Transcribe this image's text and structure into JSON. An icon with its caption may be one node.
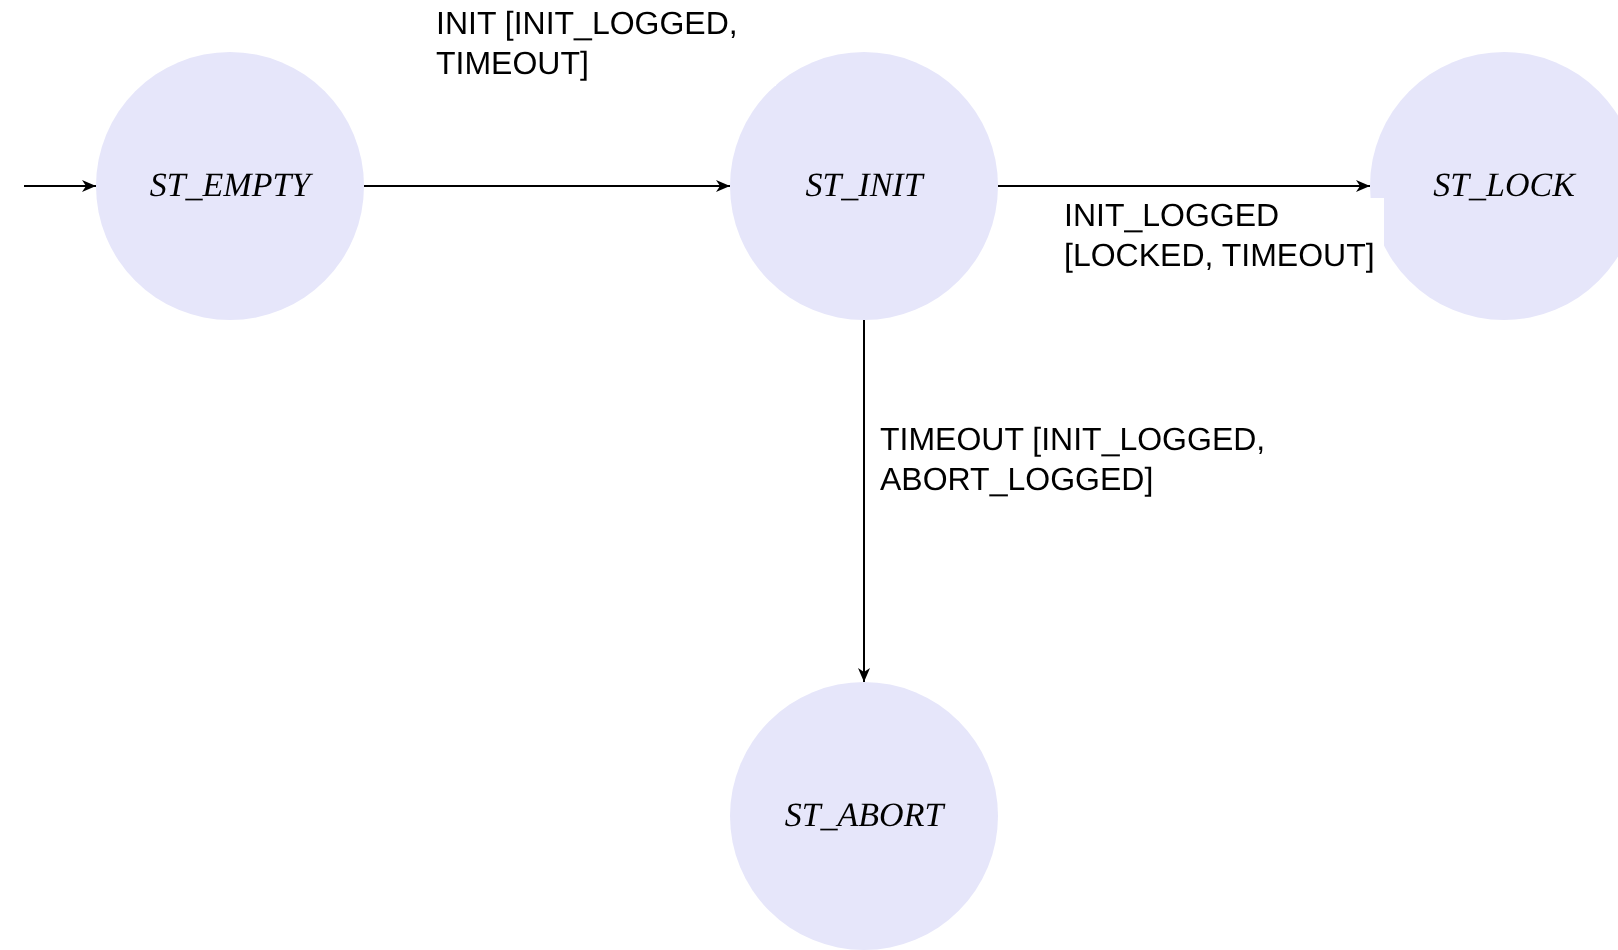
{
  "diagram": {
    "nodes": [
      {
        "text": [
          "ST_EMPTY"
        ]
      },
      {
        "text": [
          "ST_INIT"
        ]
      },
      {
        "text": [
          "ST_LOCK"
        ]
      },
      {
        "text": [
          "ST_ABORT"
        ]
      }
    ],
    "edges": [
      {
        "from": null,
        "to": 0,
        "arrow": "to"
      },
      {
        "from": 0,
        "to": 1,
        "arrow": "to",
        "label": "INIT [INIT_LOGGED, TIMEOUT]"
      },
      {
        "from": 1,
        "to": 2,
        "arrow": "to",
        "label": "INIT_LOGGED [LOCKED, TIMEOUT]"
      },
      {
        "from": 1,
        "to": 3,
        "arrow": "to",
        "label": "TIMEOUT [INIT_LOGGED, ABORT_LOGGED]"
      }
    ]
  }
}
